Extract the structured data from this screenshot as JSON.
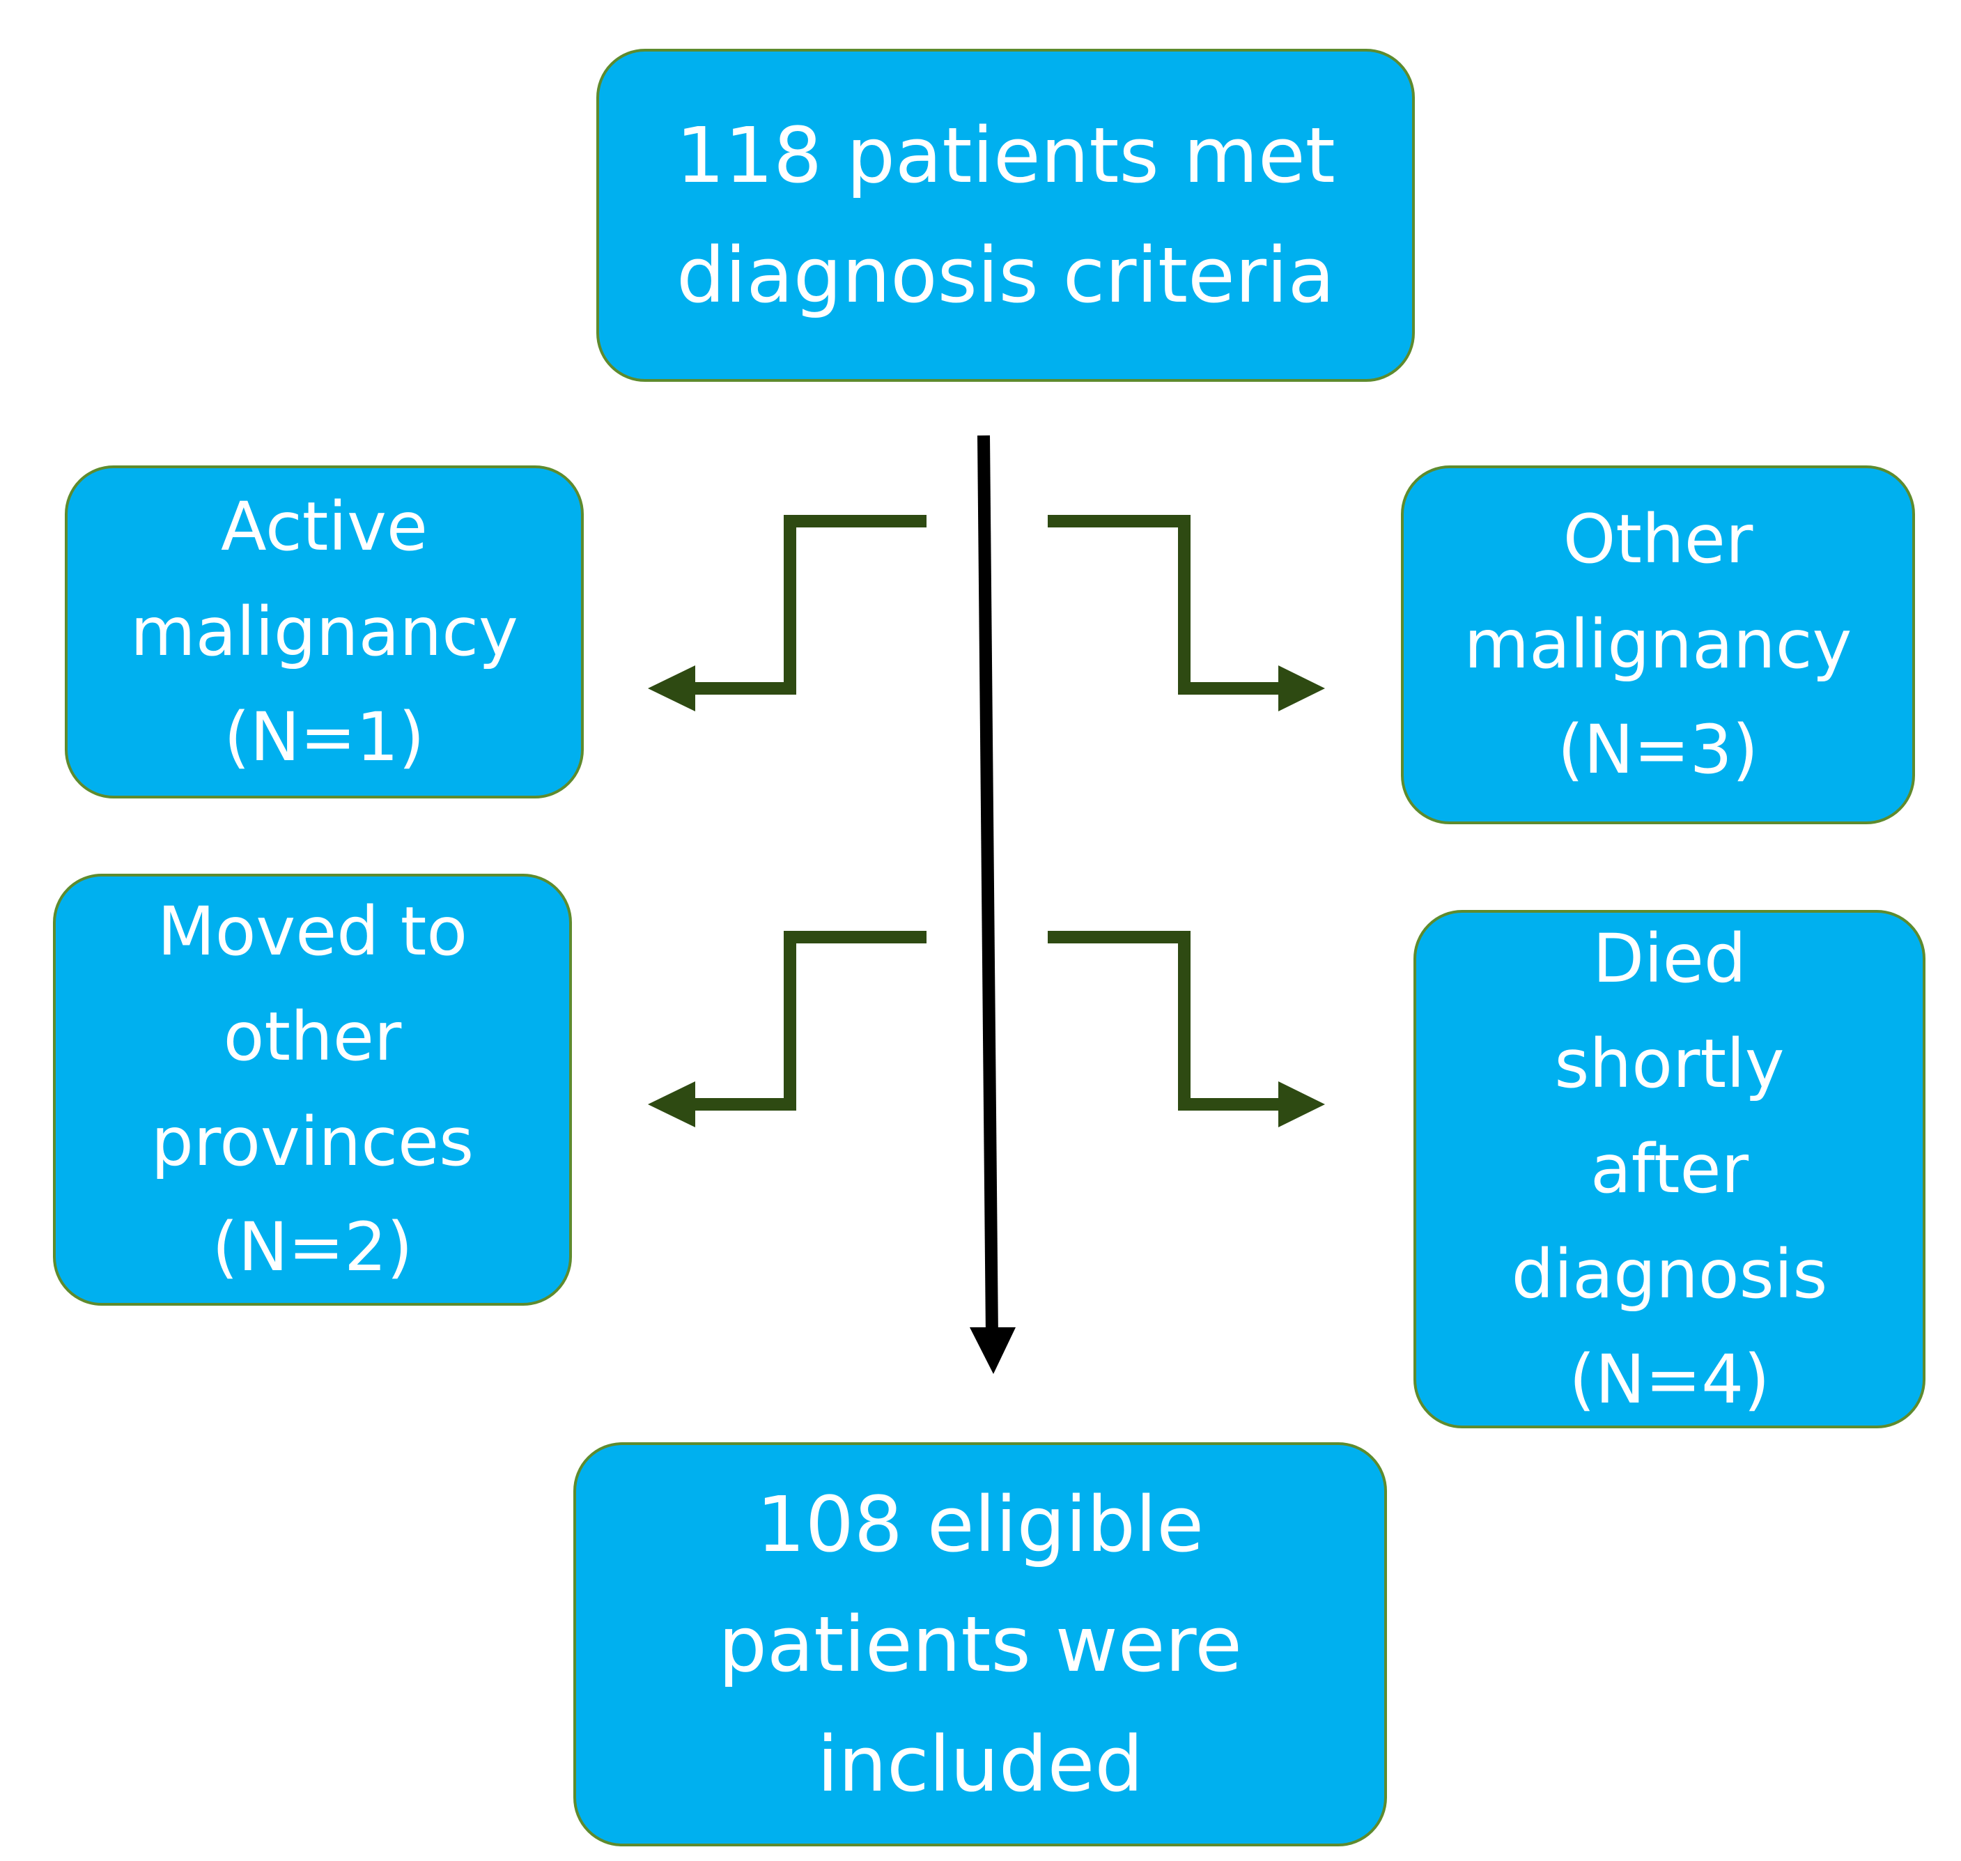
{
  "colors": {
    "box_fill": "#00b0ef",
    "box_border": "#5e8b2e",
    "text": "#ffffff",
    "exclusion_arrow": "#2e4a12",
    "main_arrow": "#000000"
  },
  "flow": {
    "start": {
      "text": "118 patients met\ndiagnosis criteria"
    },
    "end": {
      "text": "108 eligible\npatients were\nincluded"
    },
    "exclusions": [
      {
        "text": "Active\nmalignancy\n(N=1)"
      },
      {
        "text": "Other\nmalignancy\n(N=3)"
      },
      {
        "text": "Moved to\nother\nprovinces\n(N=2)"
      },
      {
        "text": "Died\nshortly\nafter\ndiagnosis\n(N=4)"
      }
    ]
  }
}
